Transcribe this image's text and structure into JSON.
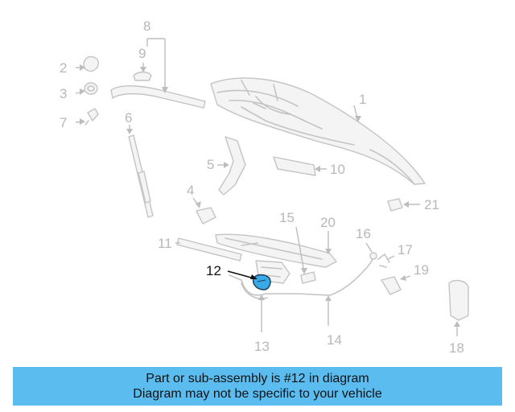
{
  "diagram": {
    "callouts": {
      "p1": "1",
      "p2": "2",
      "p3": "3",
      "p4": "4",
      "p5": "5",
      "p6": "6",
      "p7": "7",
      "p8": "8",
      "p9": "9",
      "p10": "10",
      "p11": "11",
      "p12": "12",
      "p13": "13",
      "p14": "14",
      "p15": "15",
      "p16": "16",
      "p17": "17",
      "p18": "18",
      "p19": "19",
      "p20": "20",
      "p21": "21"
    },
    "highlight_color": "#3aa9e8"
  },
  "banner": {
    "line1": "Part or sub-assembly is #12 in diagram",
    "line2": "Diagram may not be specific to your vehicle",
    "background": "#5bbcf0"
  }
}
